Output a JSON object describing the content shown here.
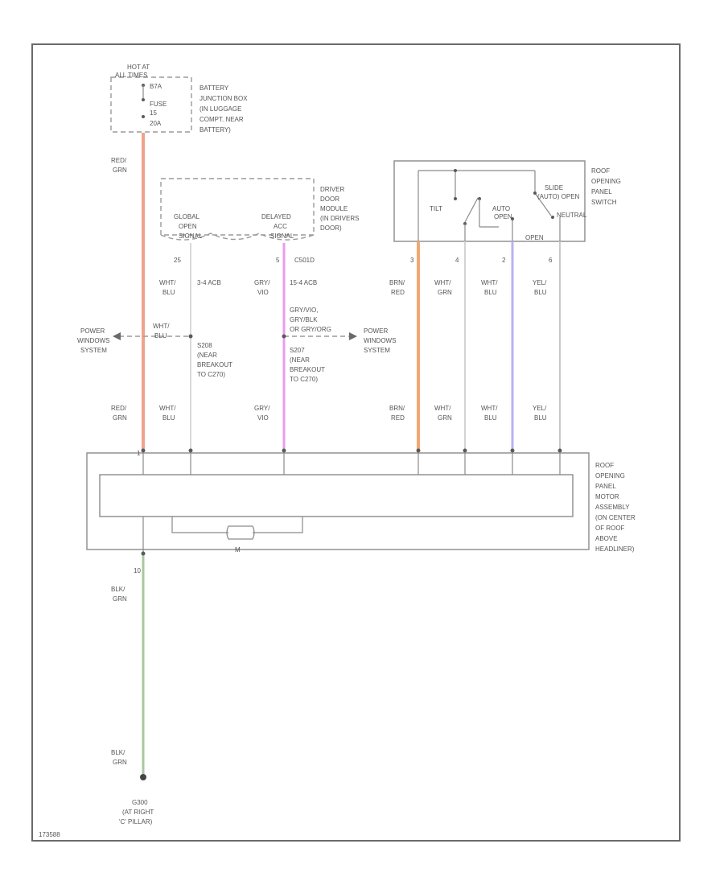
{
  "battery_junction": {
    "hot_at_line1": "HOT AT",
    "hot_at_line2": "ALL TIMES",
    "fuse_pin_top": "B7A",
    "fuse_line1": "FUSE",
    "fuse_line2": "15",
    "fuse_line3": "20A",
    "label": [
      "BATTERY",
      "JUNCTION BOX",
      "(IN LUGGAGE",
      "COMPT. NEAR",
      "BATTERY)"
    ]
  },
  "driver_module": {
    "label": [
      "DRIVER",
      "DOOR",
      "MODULE",
      "(IN DRIVERS",
      "DOOR)"
    ],
    "global_open": [
      "GLOBAL",
      "OPEN",
      "SIGNAL"
    ],
    "delayed_acc": [
      "DELAYED",
      "ACC",
      "SIGNAL"
    ],
    "pin_global": "25",
    "pin_delayed": "5",
    "connector": "C501D"
  },
  "roof_switch": {
    "label": [
      "ROOF",
      "OPENING",
      "PANEL",
      "SWITCH"
    ],
    "tilt": "TILT",
    "slide": [
      "SLIDE",
      "(AUTO) OPEN"
    ],
    "auto_open": [
      "AUTO",
      "OPEN"
    ],
    "neutral": "NEUTRAL",
    "open": "OPEN",
    "pins": [
      "3",
      "4",
      "2",
      "6"
    ]
  },
  "wires": {
    "feed_top": [
      "RED/",
      "GRN"
    ],
    "feed_bottom": [
      "RED/",
      "GRN"
    ],
    "wht_blu_top": [
      "WHT/",
      "BLU"
    ],
    "wht_blu_splice": [
      "WHT/",
      "BLU"
    ],
    "wht_blu_bottom": [
      "WHT/",
      "BLU"
    ],
    "wht_blu_circuit": "3-4 ACB",
    "gry_vio_top": [
      "GRY/",
      "VIO"
    ],
    "gry_vio_circuit": "15-4 ACB",
    "gry_vio_splice": [
      "GRY/VIO,",
      "GRY/BLK",
      "OR GRY/ORG"
    ],
    "gry_vio_bottom": [
      "GRY/",
      "VIO"
    ],
    "brn_red_top": [
      "BRN/",
      "RED"
    ],
    "brn_red_bottom": [
      "BRN/",
      "RED"
    ],
    "wht_grn_top": [
      "WHT/",
      "GRN"
    ],
    "wht_grn_bottom": [
      "WHT/",
      "GRN"
    ],
    "wht_blu2_top": [
      "WHT/",
      "BLU"
    ],
    "wht_blu2_bottom": [
      "WHT/",
      "BLU"
    ],
    "yel_blu_top": [
      "YEL/",
      "BLU"
    ],
    "yel_blu_bottom": [
      "YEL/",
      "BLU"
    ],
    "ground_top": [
      "BLK/",
      "GRN"
    ],
    "ground_bottom": [
      "BLK/",
      "GRN"
    ],
    "ground_pin": "10"
  },
  "splices": {
    "left": [
      "S208",
      "(NEAR",
      "BREAKOUT",
      "TO C270)"
    ],
    "right": [
      "S207",
      "(NEAR",
      "BREAKOUT",
      "TO C270)"
    ]
  },
  "power_windows_left": [
    "POWER",
    "WINDOWS",
    "SYSTEM"
  ],
  "power_windows_right": [
    "POWER",
    "WINDOWS",
    "SYSTEM"
  ],
  "motor_module": {
    "label": [
      "ROOF",
      "OPENING",
      "PANEL",
      "MOTOR",
      "ASSEMBLY",
      "(ON CENTER",
      "OF ROOF",
      "ABOVE",
      "HEADLINER)"
    ],
    "motor_tag": "M",
    "pin_feed": "1"
  },
  "ground": [
    "G300",
    "(AT RIGHT",
    "'C' PILLAR)"
  ],
  "figure_id": "173588",
  "colors": {
    "red_grn": "#f0a38a",
    "wht_blu": "#d9d9d9",
    "gry_vio": "#ec9bef",
    "brn_red": "#f0a873",
    "wht_grn": "#d4d4d4",
    "wht_blu2": "#b9b2f2",
    "yel_blu": "#c9c9c9",
    "blk_grn": "#a9c7a0"
  }
}
